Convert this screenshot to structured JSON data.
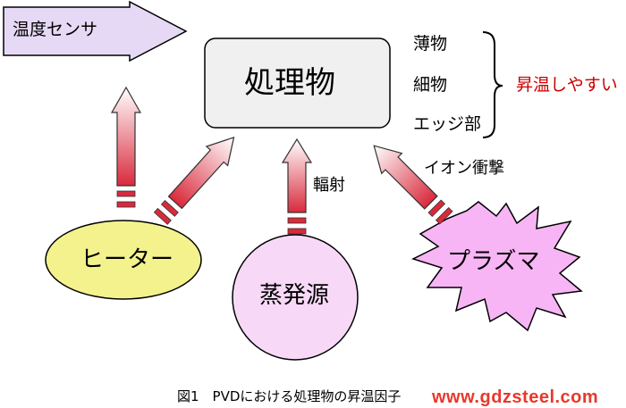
{
  "diagram": {
    "nodes": {
      "sensor": "温度センサ",
      "object": "処理物",
      "heater": "ヒーター",
      "source": "蒸発源",
      "plasma": "プラズマ"
    },
    "edges": {
      "source_to_object": "輻射",
      "plasma_to_object": "イオン衝撃"
    },
    "parts": [
      "薄物",
      "細物",
      "エッジ部"
    ],
    "parts_note": "昇温しやすい",
    "caption": "図1　PVDにおける処理物の昇温因子",
    "watermark": "www.gdzsteel.com"
  },
  "colors": {
    "sensor_fill": "#e6d9f5",
    "object_fill": "#f0f0f0",
    "heater_fill": "#f3f28c",
    "source_fill": "#f7d9f7",
    "plasma_fill": "#f7b5f5",
    "arrow_red": "#d92a3c",
    "note_red": "#cc0000",
    "watermark_red": "#e8382c"
  }
}
